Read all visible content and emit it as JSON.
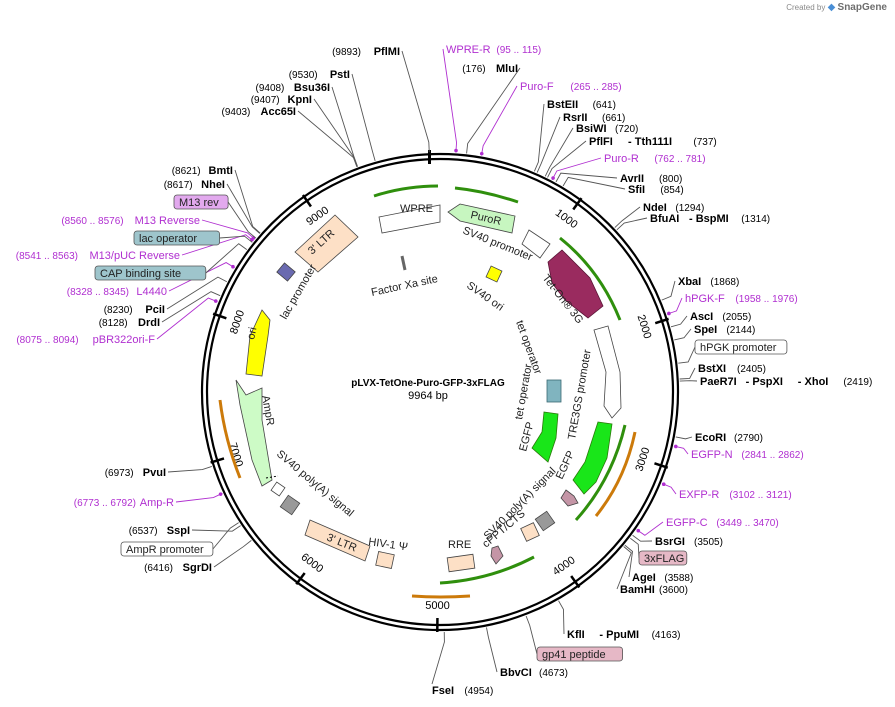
{
  "credit": {
    "created_by": "Created by",
    "brand": "SnapGene"
  },
  "plasmid": {
    "name": "pLVX-TetOne-Puro-GFP-3xFLAG",
    "size": "9964 bp",
    "length": 9964
  },
  "ticks": [
    {
      "pos": 1000,
      "label": "1000"
    },
    {
      "pos": 2000,
      "label": "2000"
    },
    {
      "pos": 3000,
      "label": "3000"
    },
    {
      "pos": 4000,
      "label": "4000"
    },
    {
      "pos": 5000,
      "label": "5000"
    },
    {
      "pos": 6000,
      "label": "6000"
    },
    {
      "pos": 7000,
      "label": "7000"
    },
    {
      "pos": 8000,
      "label": "8000"
    },
    {
      "pos": 9000,
      "label": "9000"
    }
  ],
  "sites": [
    {
      "name": "PflMI",
      "pos_text": "(9893)",
      "pos": 9893
    },
    {
      "name": "MluI",
      "pos_text": "(176)",
      "pos": 176
    },
    {
      "name": "PstI",
      "pos_text": "(9530)",
      "pos": 9530
    },
    {
      "name": "Bsu36I",
      "pos_text": "(9408)",
      "pos": 9408
    },
    {
      "name": "KpnI",
      "pos_text": "(9407)",
      "pos": 9407
    },
    {
      "name": "Acc65I",
      "pos_text": "(9403)",
      "pos": 9403
    },
    {
      "name": "BstEII",
      "pos_text": "(641)",
      "pos": 641
    },
    {
      "name": "RsrII",
      "pos_text": "(661)",
      "pos": 661
    },
    {
      "name": "BsiWI",
      "pos_text": "(720)",
      "pos": 720
    },
    {
      "name": "PflFI",
      "pos_text": "(737)",
      "pos": 737,
      "name2": "Tth111I"
    },
    {
      "name": "AvrII",
      "pos_text": "(800)",
      "pos": 800
    },
    {
      "name": "SfiI",
      "pos_text": "(854)",
      "pos": 854
    },
    {
      "name": "NdeI",
      "pos_text": "(1294)",
      "pos": 1294
    },
    {
      "name": "BfuAI",
      "pos_text": "(1314)",
      "pos": 1314,
      "name2": "BspMI"
    },
    {
      "name": "BmtI",
      "pos_text": "(8621)",
      "pos": 8621
    },
    {
      "name": "NheI",
      "pos_text": "(8617)",
      "pos": 8617
    },
    {
      "name": "XbaI",
      "pos_text": "(1868)",
      "pos": 1868
    },
    {
      "name": "AscI",
      "pos_text": "(2055)",
      "pos": 2055
    },
    {
      "name": "SpeI",
      "pos_text": "(2144)",
      "pos": 2144
    },
    {
      "name": "BstXI",
      "pos_text": "(2405)",
      "pos": 2405
    },
    {
      "name": "PaeR7I",
      "pos_text": "(2419)",
      "pos": 2419,
      "name2": "PspXI",
      "name3": "XhoI"
    },
    {
      "name": "PciI",
      "pos_text": "(8230)",
      "pos": 8230
    },
    {
      "name": "DrdI",
      "pos_text": "(8128)",
      "pos": 8128
    },
    {
      "name": "EcoRI",
      "pos_text": "(2790)",
      "pos": 2790
    },
    {
      "name": "PvuI",
      "pos_text": "(6973)",
      "pos": 6973
    },
    {
      "name": "SspI",
      "pos_text": "(6537)",
      "pos": 6537
    },
    {
      "name": "SgrDI",
      "pos_text": "(6416)",
      "pos": 6416
    },
    {
      "name": "BsrGI",
      "pos_text": "(3505)",
      "pos": 3505
    },
    {
      "name": "AgeI",
      "pos_text": "(3588)",
      "pos": 3588
    },
    {
      "name": "BamHI",
      "pos_text": "(3600)",
      "pos": 3600
    },
    {
      "name": "KflI",
      "pos_text": "(4163)",
      "pos": 4163,
      "name2": "PpuMI"
    },
    {
      "name": "BbvCI",
      "pos_text": "(4673)",
      "pos": 4673
    },
    {
      "name": "FseI",
      "pos_text": "(4954)",
      "pos": 4954
    }
  ],
  "primers": [
    {
      "name": "WPRE-R",
      "range": "(95 .. 115)",
      "pos": 105
    },
    {
      "name": "Puro-F",
      "range": "(265 .. 285)",
      "pos": 275
    },
    {
      "name": "Puro-R",
      "range": "(762 .. 781)",
      "pos": 771
    },
    {
      "name": "M13 Reverse",
      "range": "(8560 .. 8576)",
      "pos": 8568
    },
    {
      "name": "M13/pUC Reverse",
      "range": "(8541 .. 8563)",
      "pos": 8552
    },
    {
      "name": "L4440",
      "range": "(8328 .. 8345)",
      "pos": 8336
    },
    {
      "name": "pBR322ori-F",
      "range": "(8075 .. 8094)",
      "pos": 8084
    },
    {
      "name": "hPGK-F",
      "range": "(1958 .. 1976)",
      "pos": 1967
    },
    {
      "name": "EGFP-N",
      "range": "(2841 .. 2862)",
      "pos": 2851
    },
    {
      "name": "EXFP-R",
      "range": "(3102 .. 3121)",
      "pos": 3111
    },
    {
      "name": "EGFP-C",
      "range": "(3449 .. 3470)",
      "pos": 3459
    },
    {
      "name": "Amp-R",
      "range": "(6773 .. 6792)",
      "pos": 6782
    }
  ],
  "boxed_features": [
    {
      "name": "M13 rev",
      "color": "#e2a9ee",
      "pos": 8577
    },
    {
      "name": "lac operator",
      "color": "#9ec5cc",
      "pos": 8540
    },
    {
      "name": "CAP binding site",
      "color": "#9ec5cc",
      "pos": 8480
    },
    {
      "name": "hPGK promoter",
      "color": "#ffffff",
      "pos": 2300
    },
    {
      "name": "AmpR promoter",
      "color": "#ffffff",
      "pos": 6560
    },
    {
      "name": "3xFLAG",
      "color": "#e6b8c6",
      "pos": 3530
    },
    {
      "name": "gp41 peptide",
      "color": "#e6b8c6",
      "pos": 4400
    }
  ],
  "arc_labels": {
    "wpre": "WPRE",
    "puror": "PuroR",
    "sv40_promoter": "SV40 promoter",
    "tet_on": "Tet-On® 3G",
    "tre3gs": "TRE3GS promoter",
    "egfp_right": "EGFP",
    "sv40_polya_right": "SV40 poly(A) signal",
    "cppt": "cPPT/CTS",
    "rre": "RRE",
    "hiv_psi": "HIV-1 Ψ",
    "ltr_bottom": "3' LTR",
    "sv40_polya_left": "SV40 poly(A) signal",
    "ampr": "AmpR",
    "ori": "ori",
    "lac_promoter": "lac promoter",
    "ltr_top": "3' LTR",
    "factor_xa": "Factor Xa site",
    "sv40_ori": "SV40 ori",
    "tet_operator_1": "tet operator",
    "tet_operator_2": "tet operator",
    "egfp_inner": "EGFP"
  },
  "colors": {
    "primer": "#b02fd0",
    "green_arrow": "#2f8f0d",
    "bright_green": "#19e619",
    "magenta_arrow": "#9a2b5f",
    "ltr_fill": "#fde0c6",
    "ori_fill": "#ffff00",
    "ampr_fill": "#cdfbc6",
    "orange_arrow": "#cc7a0a"
  }
}
